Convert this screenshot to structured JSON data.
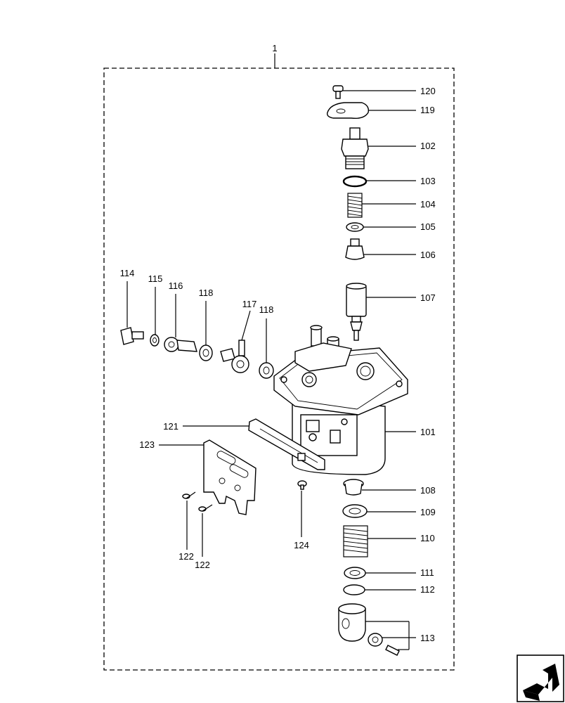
{
  "assembly_label": "1",
  "labels": {
    "p101": "101",
    "p102": "102",
    "p103": "103",
    "p104": "104",
    "p105": "105",
    "p106": "106",
    "p107": "107",
    "p108": "108",
    "p109": "109",
    "p110": "110",
    "p111": "111",
    "p112": "112",
    "p113": "113",
    "p114": "114",
    "p115": "115",
    "p116": "116",
    "p117": "117",
    "p118a": "118",
    "p118b": "118",
    "p119": "119",
    "p120": "120",
    "p121": "121",
    "p122a": "122",
    "p122b": "122",
    "p123": "123",
    "p124": "124"
  },
  "nav_icon": "next-page-arrow-icon"
}
